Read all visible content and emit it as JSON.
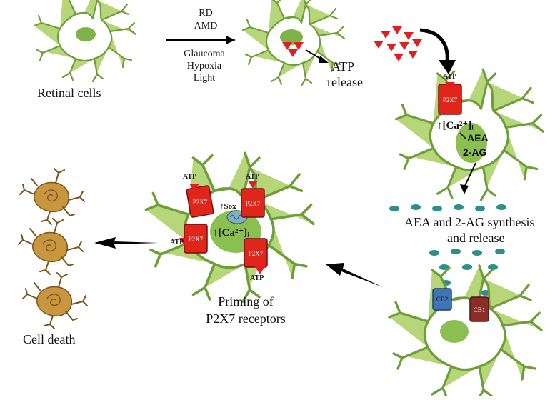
{
  "colors": {
    "cell_fill": "#b7d67a",
    "cell_stroke": "#6e9e39",
    "nucleus": "#7fb34a",
    "atp_red": "#e02020",
    "receptor_red": "#e0251b",
    "cb2_blue": "#3f74b5",
    "cb1_brown": "#8b2e2a",
    "dead_cell": "#c8963e",
    "vesicle": "#2e8f8a",
    "arrow": "#000000"
  },
  "labels": {
    "retinal_cells": "Retinal cells",
    "causes": [
      "RD",
      "AMD",
      "Glaucoma",
      "Hypoxia",
      "Light"
    ],
    "atp_release_1": "ATP",
    "atp_release_2": "release",
    "atp_top": "ATP",
    "p2x7": "P2X7",
    "ca_top": "↑[Ca²⁺]ᵢ",
    "aea": "AEA",
    "two_ag": "2-AG",
    "synthesis_1": "AEA and 2-AG synthesis",
    "synthesis_2": "and release",
    "cb2": "CB2",
    "cb1": "CB1",
    "priming_1": "Priming of",
    "priming_2": "P2X7 receptors",
    "sox": "↑Sox",
    "ca_priming": "↑[Ca²⁺]ᵢ",
    "cell_death": "Cell death",
    "atp_p1": "ATP",
    "atp_p2": "ATP",
    "atp_p3": "ATP",
    "atp_p4": "ATP"
  }
}
